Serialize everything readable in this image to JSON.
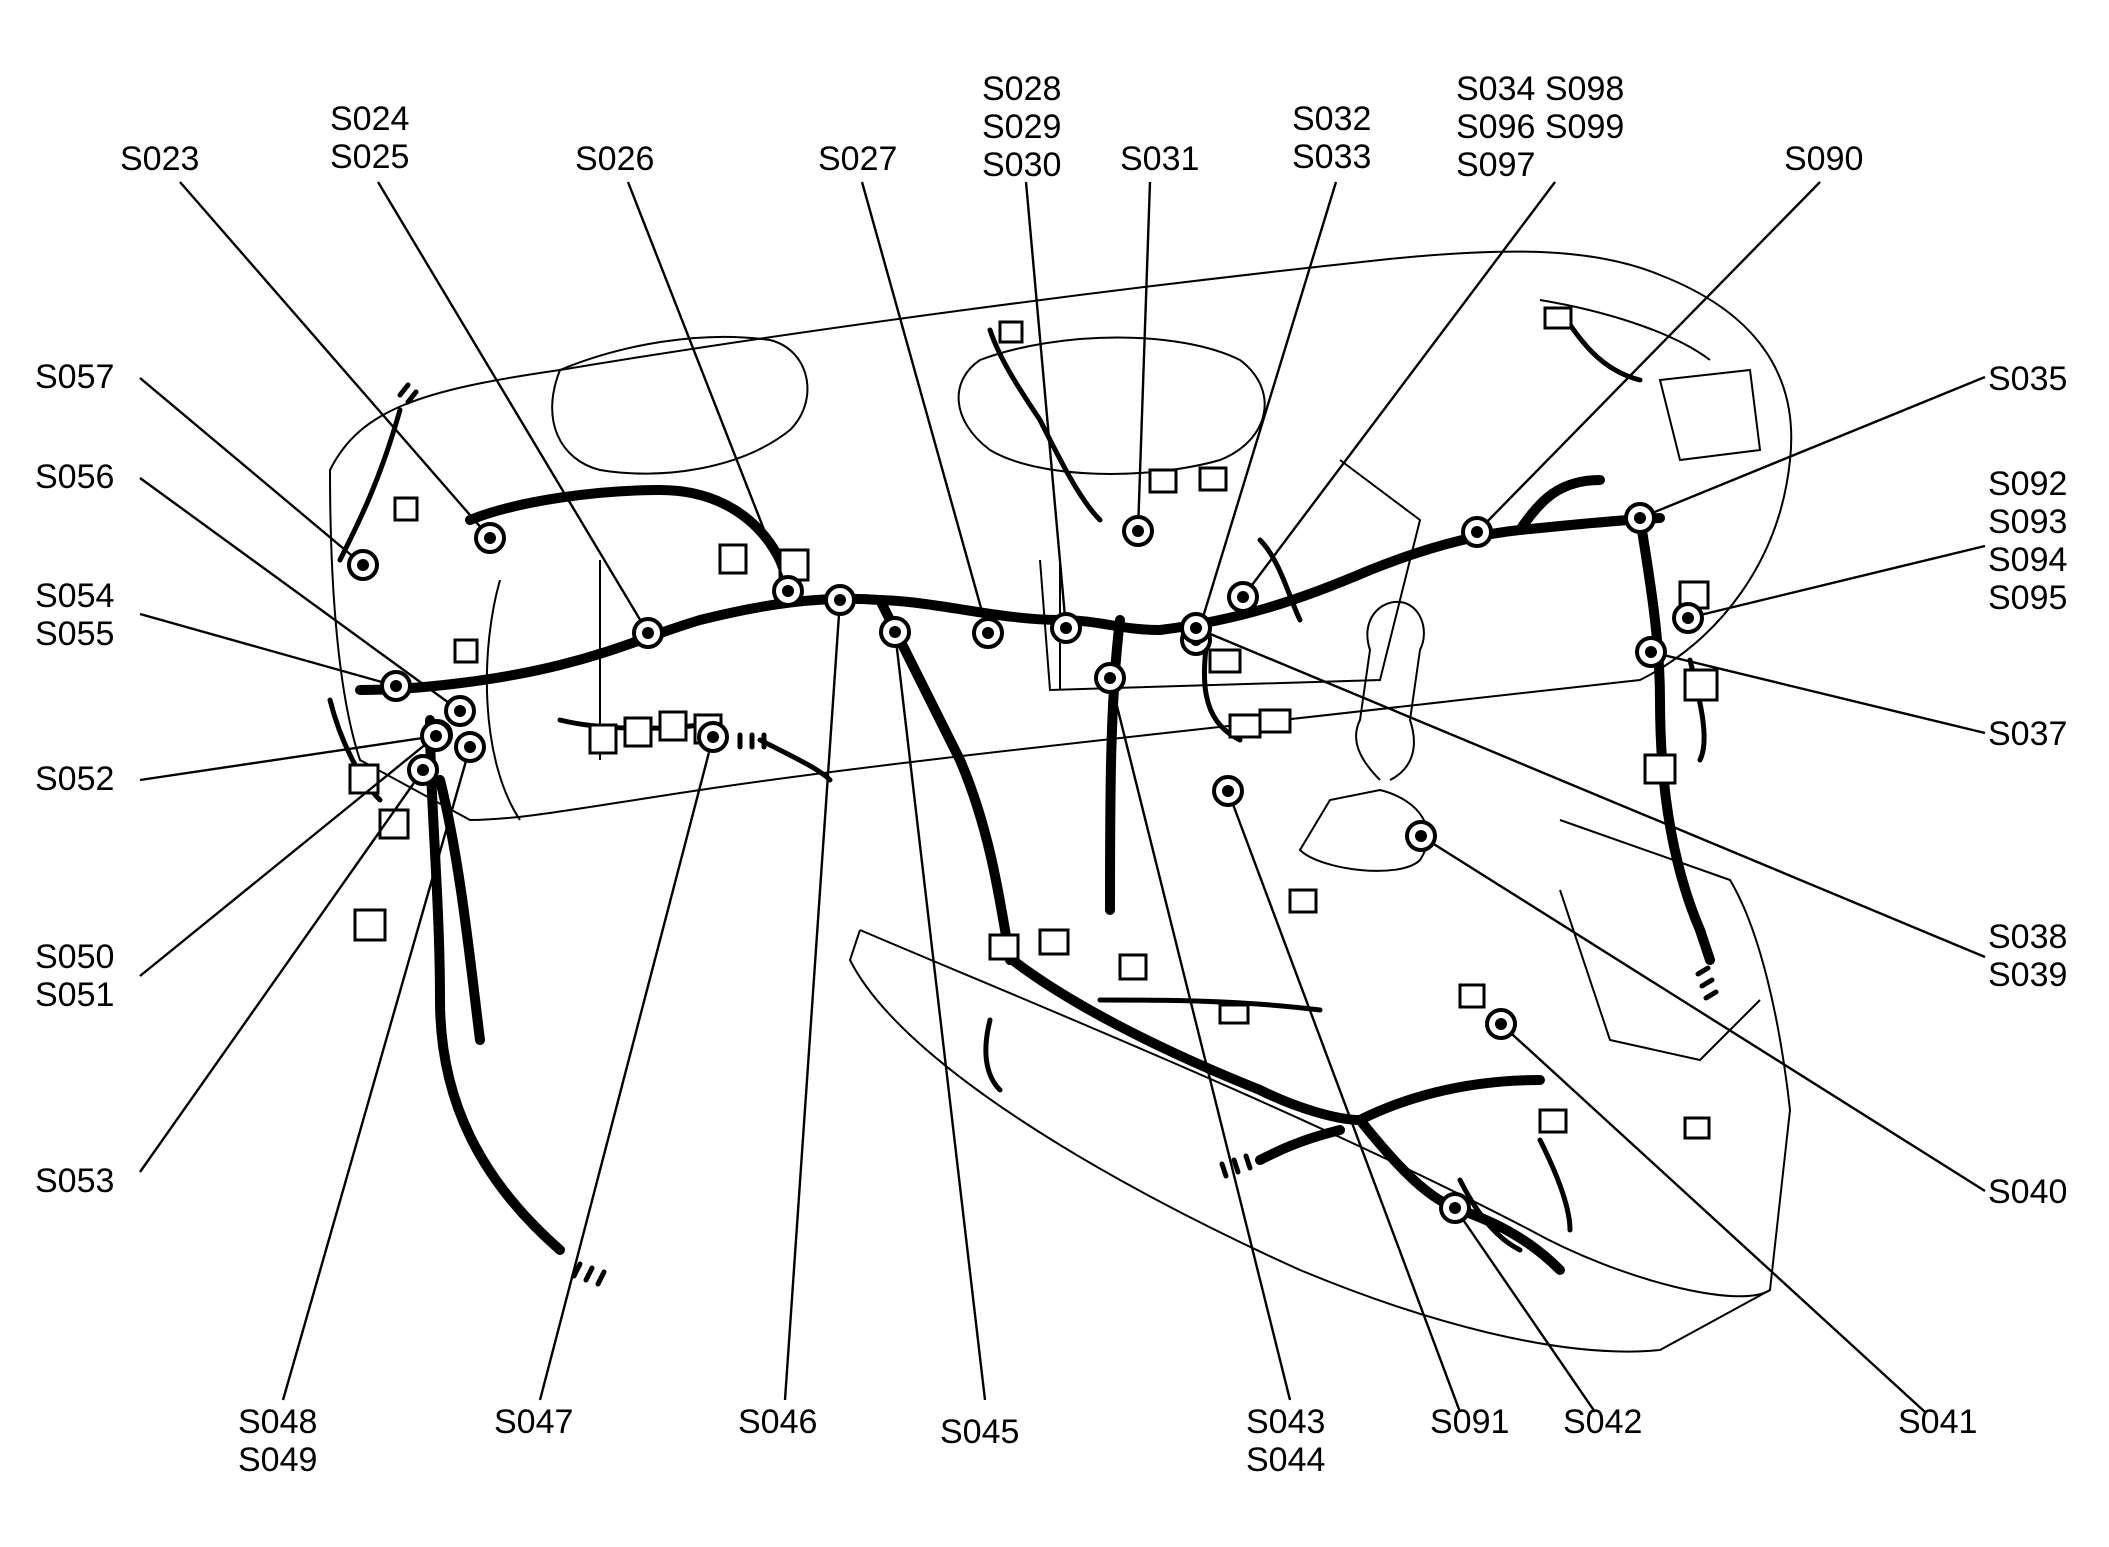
{
  "splices": [
    {
      "label": [
        "S023"
      ]
    },
    {
      "label": [
        "S024",
        "S025"
      ]
    },
    {
      "label": [
        "S026"
      ]
    },
    {
      "label": [
        "S027"
      ]
    },
    {
      "label": [
        "S028",
        "S029",
        "S030"
      ]
    },
    {
      "label": [
        "S031"
      ]
    },
    {
      "label": [
        "S032",
        "S033"
      ]
    },
    {
      "label": [
        "S034 S098",
        "S096 S099",
        "S097"
      ]
    },
    {
      "label": [
        "S090"
      ]
    },
    {
      "label": [
        "S035"
      ]
    },
    {
      "label": [
        "S092",
        "S093",
        "S094",
        "S095"
      ]
    },
    {
      "label": [
        "S037"
      ]
    },
    {
      "label": [
        "S038",
        "S039"
      ]
    },
    {
      "label": [
        "S040"
      ]
    },
    {
      "label": [
        "S041"
      ]
    },
    {
      "label": [
        "S042"
      ]
    },
    {
      "label": [
        "S091"
      ]
    },
    {
      "label": [
        "S043",
        "S044"
      ]
    },
    {
      "label": [
        "S045"
      ]
    },
    {
      "label": [
        "S046"
      ]
    },
    {
      "label": [
        "S047"
      ]
    },
    {
      "label": [
        "S048",
        "S049"
      ]
    },
    {
      "label": [
        "S053"
      ]
    },
    {
      "label": [
        "S050",
        "S051"
      ]
    },
    {
      "label": [
        "S052"
      ]
    },
    {
      "label": [
        "S054",
        "S055"
      ]
    },
    {
      "label": [
        "S056"
      ]
    },
    {
      "label": [
        "S057"
      ]
    }
  ]
}
